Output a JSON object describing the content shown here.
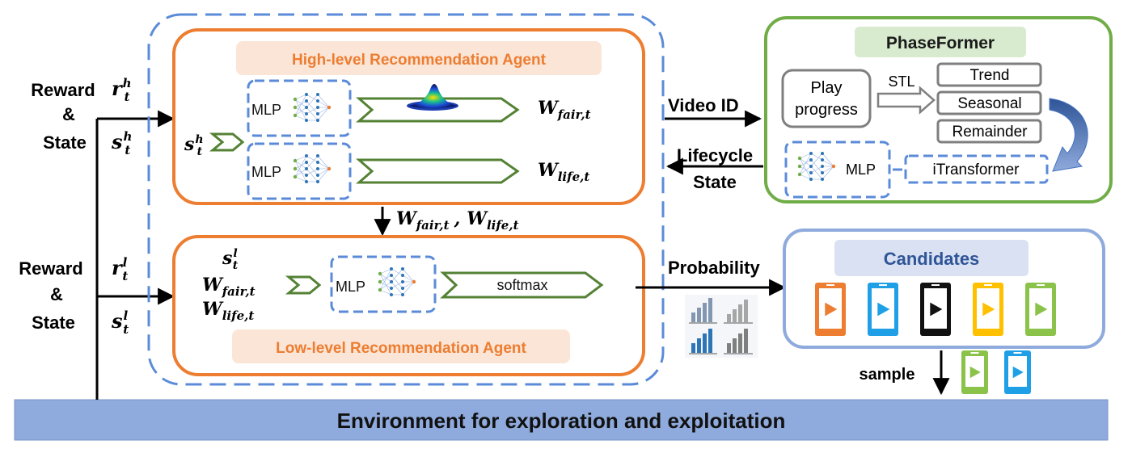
{
  "left_inputs": {
    "upper": {
      "label_line1": "Reward",
      "label_line2": "&",
      "label_line3": "State",
      "reward_symbol": "r",
      "reward_sup": "h",
      "reward_sub": "t",
      "state_symbol": "s",
      "state_sup": "h",
      "state_sub": "t"
    },
    "lower": {
      "label_line1": "Reward",
      "label_line2": "&",
      "label_line3": "State",
      "reward_symbol": "r",
      "reward_sup": "l",
      "reward_sub": "t",
      "state_symbol": "s",
      "state_sup": "l",
      "state_sub": "t"
    }
  },
  "high_agent": {
    "title": "High-level Recommendation Agent",
    "input_symbol": "s",
    "input_sup": "h",
    "input_sub": "t",
    "mlp1_label": "MLP",
    "mlp2_label": "MLP",
    "out1_main": "W",
    "out1_sub": "fair,t",
    "out2_main": "W",
    "out2_sub": "life,t"
  },
  "between_agents": {
    "w1_main": "W",
    "w1_sub": "fair,t",
    "sep": ",",
    "w2_main": "W",
    "w2_sub": "life,t"
  },
  "low_agent": {
    "title": "Low-level Recommendation Agent",
    "in_s": "s",
    "in_s_sup": "l",
    "in_s_sub": "t",
    "in_w1": "W",
    "in_w1_sub": "fair,t",
    "in_w2": "W",
    "in_w2_sub": "life,t",
    "mlp_label": "MLP",
    "softmax_label": "softmax"
  },
  "phaseformer": {
    "title": "PhaseFormer",
    "play_line1": "Play",
    "play_line2": "progress",
    "stl_label": "STL",
    "trend": "Trend",
    "seasonal": "Seasonal",
    "remainder": "Remainder",
    "itransformer": "iTransformer",
    "mlp_label": "MLP"
  },
  "arrows": {
    "video_id": "Video ID",
    "lifecycle_line1": "Lifecycle",
    "lifecycle_line2": "State",
    "probability": "Probability",
    "sample": "sample"
  },
  "candidates": {
    "title": "Candidates",
    "phones": [
      {
        "color": "#ED7D31",
        "play": "#ED7D31"
      },
      {
        "color": "#1FA0E6",
        "play": "#1FA0E6"
      },
      {
        "color": "#111111",
        "play": "#111111"
      },
      {
        "color": "#FFC000",
        "play": "#FFC000"
      },
      {
        "color": "#8BC34A",
        "play": "#8BC34A"
      }
    ],
    "sampled": [
      {
        "color": "#8BC34A",
        "play": "#8BC34A"
      },
      {
        "color": "#1FA0E6",
        "play": "#1FA0E6"
      }
    ]
  },
  "environment": {
    "label": "Environment for exploration and exploitation"
  },
  "colors": {
    "orange": "#ED7D31",
    "blue_dash": "#5B8BD8",
    "green": "#70AD47",
    "arrow_green": "#507E32",
    "env_fill": "#8FAADC",
    "candidates_fill": "#D9E1F2"
  }
}
